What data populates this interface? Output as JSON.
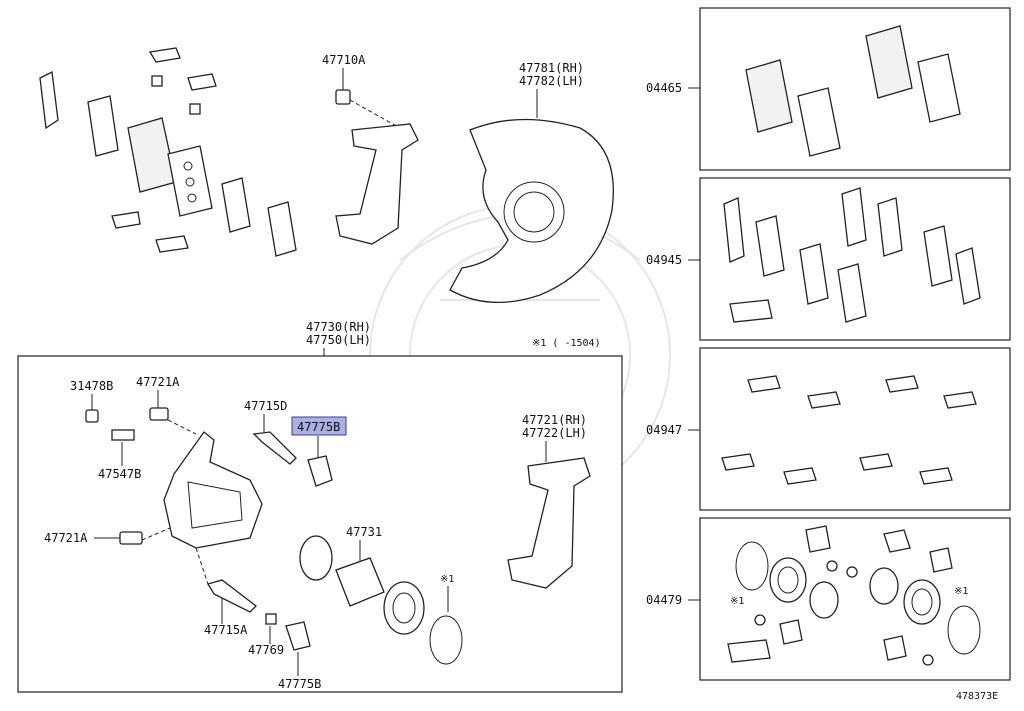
{
  "diagram": {
    "labels": {
      "p47710a": "47710A",
      "p47781": "47781(RH)",
      "p47782": "47782(LH)",
      "p47730": "47730(RH)",
      "p47750": "47750(LH)",
      "note1504": "※1 (    -1504)",
      "p31478b": "31478B",
      "p47721a_top": "47721A",
      "p47715d": "47715D",
      "p47775b_hl": "47775B",
      "p47721": "47721(RH)",
      "p47722": "47722(LH)",
      "p47547b": "47547B",
      "p47721a_left": "47721A",
      "p47731": "47731",
      "mark1_caliper": "※1",
      "p47715a": "47715A",
      "p47769": "47769",
      "p47775b_bottom": "47775B",
      "k04465": "04465",
      "k04945": "04945",
      "k04947": "04947",
      "k04479": "04479",
      "mark1_kit_a": "※1",
      "mark1_kit_b": "※1",
      "figure_code": "478373E"
    },
    "colors": {
      "highlight_fill": "#aab0e6",
      "highlight_stroke": "#3a3f8f",
      "line": "#222222"
    }
  }
}
